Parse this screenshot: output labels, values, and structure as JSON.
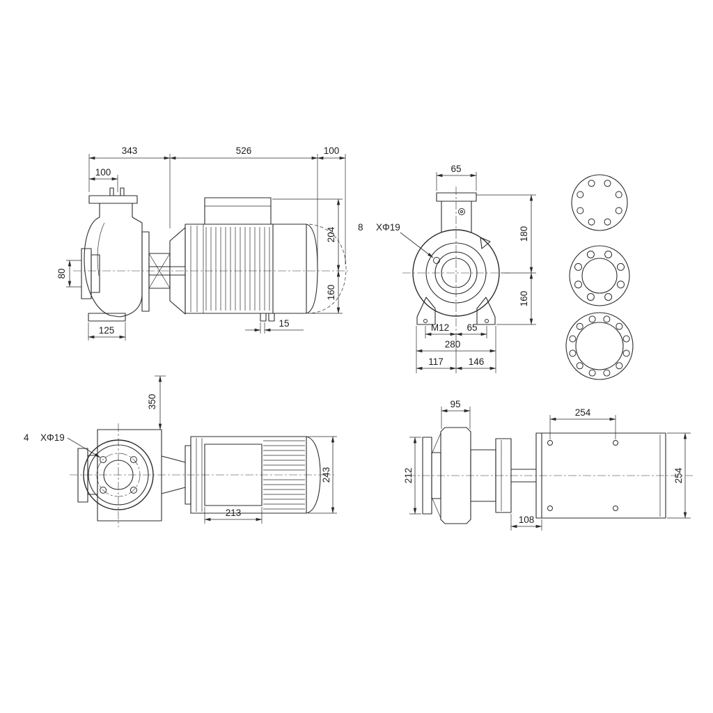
{
  "drawing_type": "pump-dimensional-drawing",
  "colors": {
    "line": "#2a2a2a",
    "background": "#ffffff",
    "text": "#1d1d1d"
  },
  "views": {
    "side": {
      "label": "side-elevation",
      "len_pump": "343",
      "len_motor": "526",
      "len_motor_end": "100",
      "flange_width": "100",
      "suction_bore": "80",
      "height_above_axis": "204",
      "axis_height": "160",
      "foot_length": "125",
      "foot_offset": "15"
    },
    "end": {
      "label": "end-view",
      "flange_width": "65",
      "bolt_count": "8",
      "bolt_dia": "XΦ19",
      "height_above_axis": "180",
      "axis_height": "160",
      "foot_thread": "M12",
      "foot_hole_offset": "65",
      "foot_span": "280",
      "foot_left": "117",
      "foot_right": "146"
    },
    "plan": {
      "label": "plan-view",
      "clearance_height": "350",
      "bolt_count": "4",
      "bolt_dia": "XΦ19",
      "terminal_box_length": "213",
      "motor_width": "243"
    },
    "base": {
      "label": "pump-plan-view",
      "neck_width": "95",
      "hole_spacing_length": "254",
      "flange_height": "212",
      "hole_spacing_width": "254",
      "pedestal_offset": "108"
    }
  }
}
